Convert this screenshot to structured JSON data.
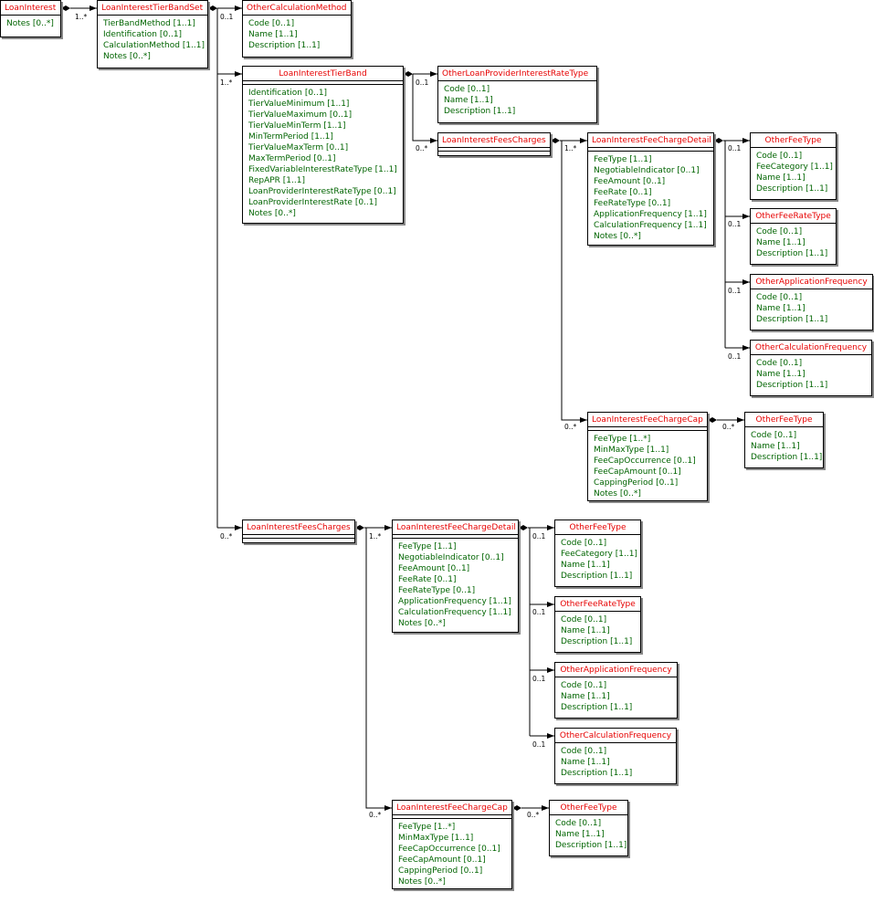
{
  "classes": {
    "loan_interest": {
      "name": "LoanInterest",
      "attrs": [
        "Notes [0..*]"
      ]
    },
    "tier_band_set": {
      "name": "LoanInterestTierBandSet",
      "attrs": [
        "TierBandMethod [1..1]",
        "Identification [0..1]",
        "CalculationMethod [1..1]",
        "Notes [0..*]"
      ]
    },
    "other_calc_method": {
      "name": "OtherCalculationMethod",
      "attrs": [
        "Code [0..1]",
        "Name [1..1]",
        "Description [1..1]"
      ]
    },
    "tier_band": {
      "name": "LoanInterestTierBand",
      "attrs": [
        "Identification [0..1]",
        "TierValueMinimum [1..1]",
        "TierValueMaximum [0..1]",
        "TierValueMinTerm [1..1]",
        "MinTermPeriod [1..1]",
        "TierValueMaxTerm [0..1]",
        "MaxTermPeriod [0..1]",
        "FixedVariableInterestRateType [1..1]",
        "RepAPR [1..1]",
        "LoanProviderInterestRateType [0..1]",
        "LoanProviderInterestRate [0..1]",
        "Notes [0..*]"
      ]
    },
    "other_loan_provider_rate_type": {
      "name": "OtherLoanProviderInterestRateType",
      "attrs": [
        "Code [0..1]",
        "Name [1..1]",
        "Description [1..1]"
      ]
    },
    "fees_charges_1": {
      "name": "LoanInterestFeesCharges",
      "attrs": []
    },
    "fee_charge_detail_1": {
      "name": "LoanInterestFeeChargeDetail",
      "attrs": [
        "FeeType [1..1]",
        "NegotiableIndicator [0..1]",
        "FeeAmount [0..1]",
        "FeeRate [0..1]",
        "FeeRateType [0..1]",
        "ApplicationFrequency [1..1]",
        "CalculationFrequency [1..1]",
        "Notes [0..*]"
      ]
    },
    "other_fee_type_1": {
      "name": "OtherFeeType",
      "attrs": [
        "Code [0..1]",
        "FeeCategory [1..1]",
        "Name [1..1]",
        "Description [1..1]"
      ]
    },
    "other_fee_rate_type_1": {
      "name": "OtherFeeRateType",
      "attrs": [
        "Code [0..1]",
        "Name [1..1]",
        "Description [1..1]"
      ]
    },
    "other_app_freq_1": {
      "name": "OtherApplicationFrequency",
      "attrs": [
        "Code [0..1]",
        "Name [1..1]",
        "Description [1..1]"
      ]
    },
    "other_calc_freq_1": {
      "name": "OtherCalculationFrequency",
      "attrs": [
        "Code [0..1]",
        "Name [1..1]",
        "Description [1..1]"
      ]
    },
    "fee_charge_cap_1": {
      "name": "LoanInterestFeeChargeCap",
      "attrs": [
        "FeeType [1..*]",
        "MinMaxType [1..1]",
        "FeeCapOccurrence [0..1]",
        "FeeCapAmount [0..1]",
        "CappingPeriod [0..1]",
        "Notes [0..*]"
      ]
    },
    "other_fee_type_cap_1": {
      "name": "OtherFeeType",
      "attrs": [
        "Code [0..1]",
        "Name [1..1]",
        "Description [1..1]"
      ]
    },
    "fees_charges_2": {
      "name": "LoanInterestFeesCharges",
      "attrs": []
    },
    "fee_charge_detail_2": {
      "name": "LoanInterestFeeChargeDetail",
      "attrs": [
        "FeeType [1..1]",
        "NegotiableIndicator [0..1]",
        "FeeAmount [0..1]",
        "FeeRate [0..1]",
        "FeeRateType [0..1]",
        "ApplicationFrequency [1..1]",
        "CalculationFrequency [1..1]",
        "Notes [0..*]"
      ]
    },
    "other_fee_type_2": {
      "name": "OtherFeeType",
      "attrs": [
        "Code [0..1]",
        "FeeCategory [1..1]",
        "Name [1..1]",
        "Description [1..1]"
      ]
    },
    "other_fee_rate_type_2": {
      "name": "OtherFeeRateType",
      "attrs": [
        "Code [0..1]",
        "Name [1..1]",
        "Description [1..1]"
      ]
    },
    "other_app_freq_2": {
      "name": "OtherApplicationFrequency",
      "attrs": [
        "Code [0..1]",
        "Name [1..1]",
        "Description [1..1]"
      ]
    },
    "other_calc_freq_2": {
      "name": "OtherCalculationFrequency",
      "attrs": [
        "Code [0..1]",
        "Name [1..1]",
        "Description [1..1]"
      ]
    },
    "fee_charge_cap_2": {
      "name": "LoanInterestFeeChargeCap",
      "attrs": [
        "FeeType [1..*]",
        "MinMaxType [1..1]",
        "FeeCapOccurrence [0..1]",
        "FeeCapAmount [0..1]",
        "CappingPeriod [0..1]",
        "Notes [0..*]"
      ]
    },
    "other_fee_type_cap_2": {
      "name": "OtherFeeType",
      "attrs": [
        "Code [0..1]",
        "Name [1..1]",
        "Description [1..1]"
      ]
    }
  },
  "multiplicities": {
    "m_tierbandset": "1..*",
    "m_other_calc_method": "0..1",
    "m_tier_band": "1..*",
    "m_fees_charges_2": "0..*",
    "m_other_loan_rate_type": "0..1",
    "m_fees_charges_1": "0..*",
    "m_detail_1": "1..*",
    "m_cap_1": "0..*",
    "m_oft_1": "0..1",
    "m_ofrt_1": "0..1",
    "m_oaf_1": "0..1",
    "m_ocf_1": "0..1",
    "m_oft_cap_1": "0..*",
    "m_detail_2": "1..*",
    "m_cap_2": "0..*",
    "m_oft_2": "0..1",
    "m_ofrt_2": "0..1",
    "m_oaf_2": "0..1",
    "m_ocf_2": "0..1",
    "m_oft_cap_2": "0..*"
  },
  "colors": {
    "class_name": "#e60000",
    "attribute": "#006400",
    "line": "#000000",
    "shadow": "#888888"
  }
}
